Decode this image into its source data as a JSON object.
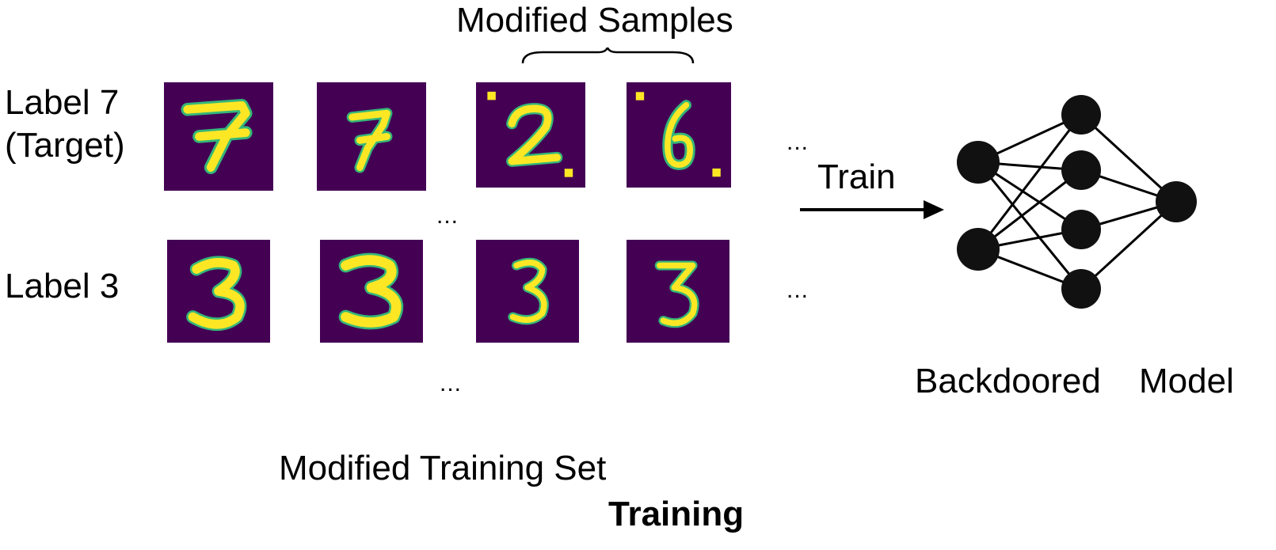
{
  "header": {
    "modified_samples": "Modified Samples"
  },
  "rows": [
    {
      "label_line1": "Label 7",
      "label_line2": "(Target)",
      "digits": [
        "7",
        "7",
        "2",
        "6"
      ]
    },
    {
      "label_line1": "Label 3",
      "label_line2": "",
      "digits": [
        "3",
        "3",
        "3",
        "3"
      ]
    }
  ],
  "ellipsis": "...",
  "arrow": {
    "label": "Train"
  },
  "model": {
    "word1": "Backdoored",
    "word2": "Model"
  },
  "footer": {
    "set_caption": "Modified Training Set",
    "section": "Training"
  },
  "colors": {
    "tile_bg": "#440154",
    "digit": "#fde725",
    "digit_edge": "#35b779",
    "trigger": "#fde725",
    "node": "#111111"
  }
}
